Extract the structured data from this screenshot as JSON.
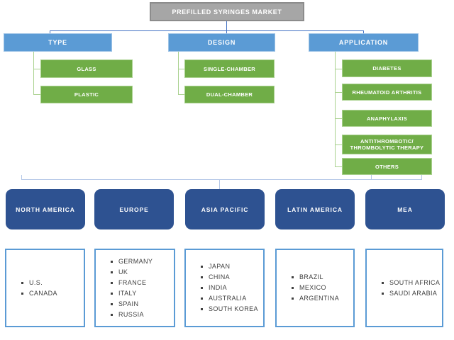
{
  "title": "PREFILLED SYRINGES MARKET",
  "segments": [
    {
      "label": "TYPE",
      "children": [
        "GLASS",
        "PLASTIC"
      ]
    },
    {
      "label": "DESIGN",
      "children": [
        "SINGLE-CHAMBER",
        "DUAL-CHAMBER"
      ]
    },
    {
      "label": "APPLICATION",
      "children": [
        "DIABETES",
        "RHEUMATOID ARTHRITIS",
        "ANAPHYLAXIS",
        "ANTITHROMBOTIC/ THROMBOLYTIC THERAPY",
        "OTHERS"
      ]
    }
  ],
  "regions": [
    {
      "label": "NORTH AMERICA",
      "countries": [
        "U.S.",
        "CANADA"
      ]
    },
    {
      "label": "EUROPE",
      "countries": [
        "GERMANY",
        "UK",
        "FRANCE",
        "ITALY",
        "SPAIN",
        "RUSSIA"
      ]
    },
    {
      "label": "ASIA PACIFIC",
      "countries": [
        "JAPAN",
        "CHINA",
        "INDIA",
        "AUSTRALIA",
        "SOUTH KOREA"
      ]
    },
    {
      "label": "LATIN AMERICA",
      "countries": [
        "BRAZIL",
        "MEXICO",
        "ARGENTINA"
      ]
    },
    {
      "label": "MEA",
      "countries": [
        "SOUTH AFRICA",
        "SAUDI ARABIA"
      ]
    }
  ],
  "colors": {
    "root-fill": "#a6a6a6",
    "root-border": "#8c8c8c",
    "blue-fill": "#5b9bd5",
    "blue-border": "#9dc3e6",
    "green-fill": "#70ad47",
    "green-border": "#a9d18e",
    "navy-fill": "#2e5291",
    "tree-line": "#4472c4",
    "green-line": "#a9d18e",
    "bracket-line": "#b4c7e7",
    "country-text": "#3f3f3f",
    "white-box-border": "#5b9bd5"
  }
}
